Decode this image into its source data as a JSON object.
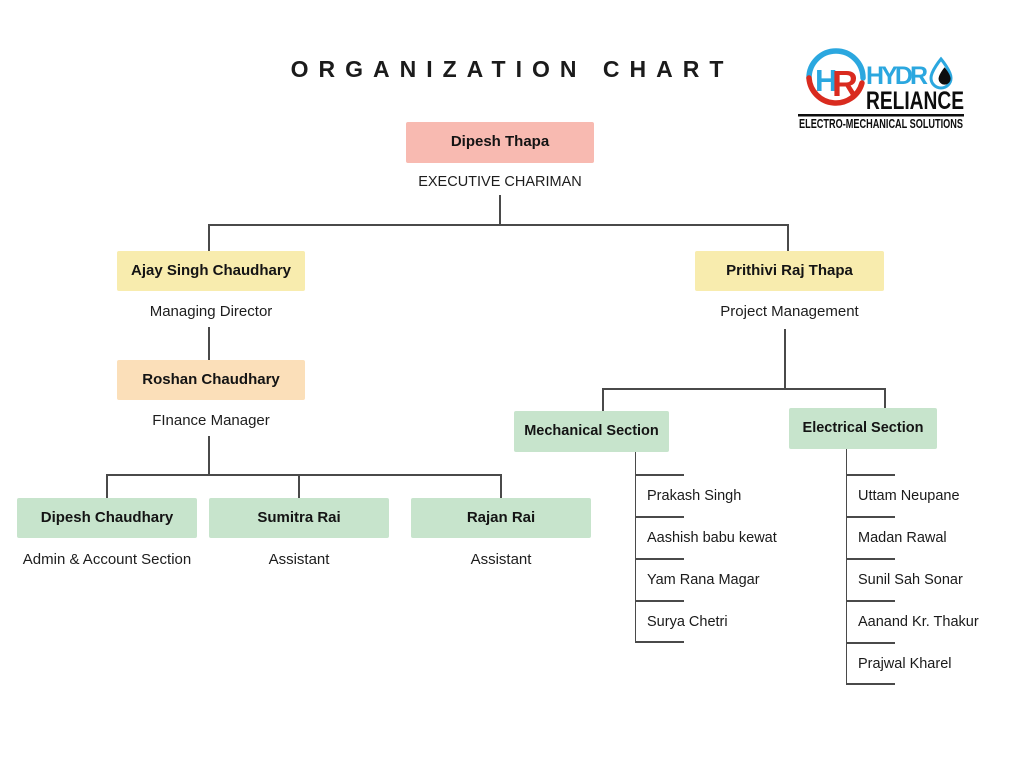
{
  "title": "ORGANIZATION CHART",
  "logo": {
    "monogram_h": "H",
    "monogram_r": "R",
    "brand_top": "HYDR",
    "brand_bottom": "RELIANCE",
    "tagline": "ELECTRO-MECHANICAL SOLUTIONS",
    "colors": {
      "blue": "#2ba7df",
      "red": "#d92b1f",
      "black": "#0d0d0d"
    }
  },
  "chart": {
    "root": {
      "name": "Dipesh Thapa",
      "role": "EXECUTIVE CHARIMAN"
    },
    "managing_director": {
      "name": "Ajay Singh Chaudhary",
      "role": "Managing Director"
    },
    "finance_manager": {
      "name": "Roshan Chaudhary",
      "role": "FInance Manager"
    },
    "admin": {
      "name": "Dipesh Chaudhary",
      "role": "Admin & Account Section"
    },
    "assistant1": {
      "name": "Sumitra Rai",
      "role": "Assistant"
    },
    "assistant2": {
      "name": "Rajan Rai",
      "role": "Assistant"
    },
    "project_management": {
      "name": "Prithivi Raj Thapa",
      "role": "Project Management"
    },
    "mechanical": {
      "title": "Mechanical Section",
      "members": [
        "Prakash Singh",
        "Aashish babu kewat",
        "Yam Rana Magar",
        "Surya Chetri"
      ]
    },
    "electrical": {
      "title": "Electrical Section",
      "members": [
        "Uttam Neupane",
        "Madan Rawal",
        "Sunil Sah Sonar",
        "Aanand Kr. Thakur",
        "Prajwal Kharel"
      ]
    }
  },
  "colors": {
    "root_box": "#f8bab1",
    "director_box": "#f8ecae",
    "finance_box": "#fbdfb9",
    "section_box": "#c7e4cc",
    "line": "#4a4a4a",
    "text": "#141414"
  }
}
